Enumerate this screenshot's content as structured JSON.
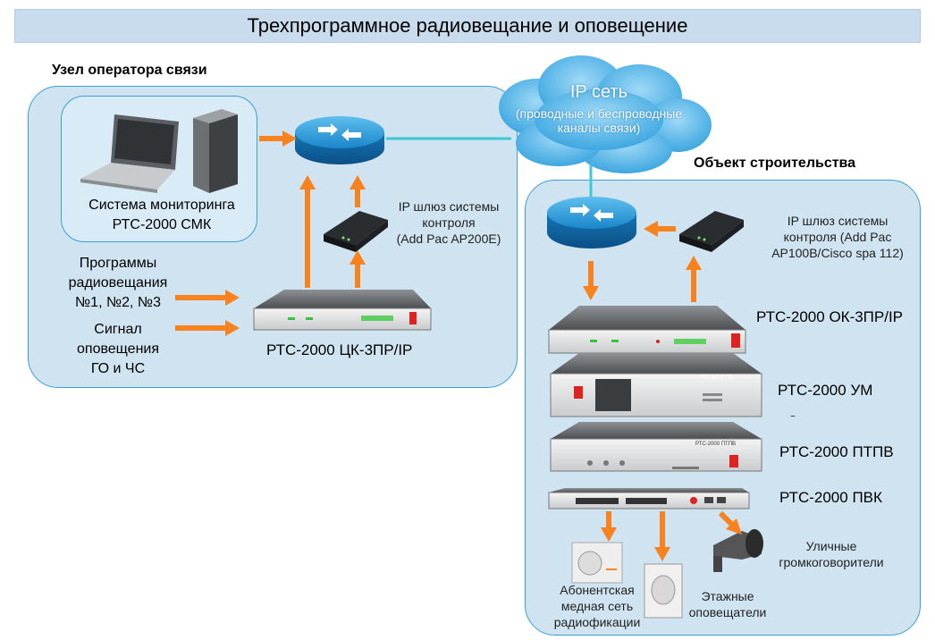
{
  "title": "Трехпрограммное радиовещание и оповещение",
  "operator": {
    "heading": "Узел оператора связи",
    "monitoring_label_1": "Система мониторинга",
    "monitoring_label_2": "РТС-2000 СМК",
    "gateway_1": "IP шлюз системы",
    "gateway_2": "контроля",
    "gateway_3": "(Add Pac AP200E)",
    "programs_1": "Программы",
    "programs_2": "радиовещания",
    "programs_3": "№1, №2, №3",
    "signal_1": "Сигнал",
    "signal_2": "оповещения",
    "signal_3": "ГО и ЧС",
    "device": "РТС-2000 ЦК-3ПР/IP"
  },
  "cloud": {
    "title": "IP сеть",
    "sub_1": "(проводные и беспроводные",
    "sub_2": "каналы связи)"
  },
  "site": {
    "heading": "Объект строительства",
    "gateway_1": "IP шлюз системы",
    "gateway_2": "контроля (Add Pac",
    "gateway_3": "AP100B/Cisco spa 112)",
    "dev_ok": "РТС-2000 ОК-3ПР/IP",
    "dev_um": "РТС-2000 УМ",
    "dev_ptpv": "РТС-2000 ПТПВ",
    "dev_pvk": "РТС-2000 ПВК",
    "panel_um": "РТС-2000 УМ",
    "panel_ptpv": "РТС-2000 ПТПВ",
    "street_1": "Уличные",
    "street_2": "громкоговорители",
    "subscriber_1": "Абонентская",
    "subscriber_2": "медная сеть",
    "subscriber_3": "радиофикации",
    "floor_1": "Этажные",
    "floor_2": "оповещатели",
    "tilde": "~"
  },
  "colors": {
    "arrow": "#f7821e",
    "region_border": "#3a9fd6",
    "region_fill": "#cfe3f0",
    "router": "#1a86c9",
    "cloud": "#4bb0e6",
    "link": "#3cc9d6"
  }
}
